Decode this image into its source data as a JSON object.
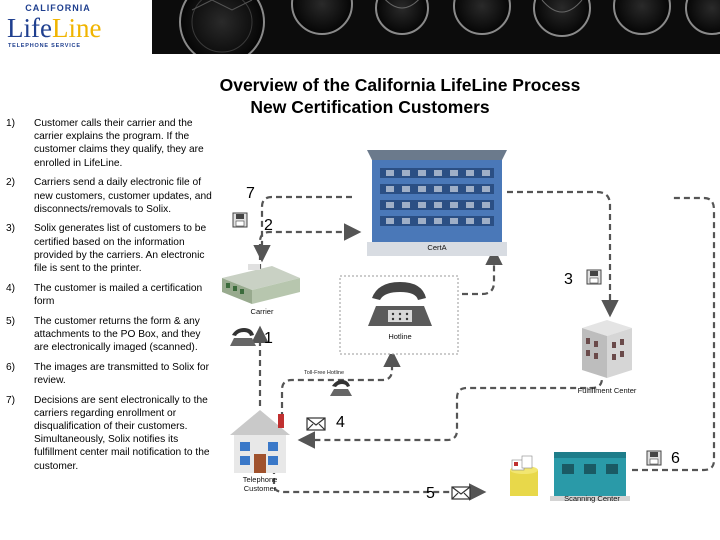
{
  "logo": {
    "top": "CALIFORNIA",
    "main_left": "Life",
    "main_right": "Line",
    "sub": "TELEPHONE SERVICE"
  },
  "title": {
    "line1": "Overview of the California LifeLine Process",
    "line2": "New Certification Customers"
  },
  "steps": [
    {
      "num": "1)",
      "text": "Customer calls their carrier and the carrier explains the program. If the customer claims they qualify, they are enrolled in LifeLine."
    },
    {
      "num": "2)",
      "text": "Carriers send a daily electronic file of new customers, customer updates, and disconnects/removals to Solix."
    },
    {
      "num": "3)",
      "text": "Solix generates list of customers to be certified based on the information provided by the carriers.  An electronic file is sent to the printer."
    },
    {
      "num": "4)",
      "text": "The customer is mailed a certification form"
    },
    {
      "num": "5)",
      "text": "The customer returns the form & any attachments to the PO Box, and they are electronically imaged (scanned)."
    },
    {
      "num": "6)",
      "text": "The images are transmitted to Solix for review."
    },
    {
      "num": "7)",
      "text": "Decisions are sent electronically to the carriers regarding enrollment or disqualification of their customers. Simultaneously, Solix notifies its fulfillment center mail notification to the customer."
    }
  ],
  "diagram": {
    "nodes": {
      "certa": "CertA",
      "carrier": "Carrier",
      "hotline": "Hotline",
      "fulfillment": "Fulfillment Center",
      "customer_line1": "Telephone",
      "customer_line2": "Customer",
      "scanning": "Scanning Center",
      "toll_free": "Toll-Free Hotline"
    },
    "step_numbers": {
      "n1": "1",
      "n2": "2",
      "n3": "3",
      "n4": "4",
      "n5": "5",
      "n6": "6",
      "n7": "7"
    },
    "colors": {
      "arrow": "#555555",
      "building_blue": "#3d6fb0",
      "scanning_teal": "#2a9aa8"
    }
  }
}
